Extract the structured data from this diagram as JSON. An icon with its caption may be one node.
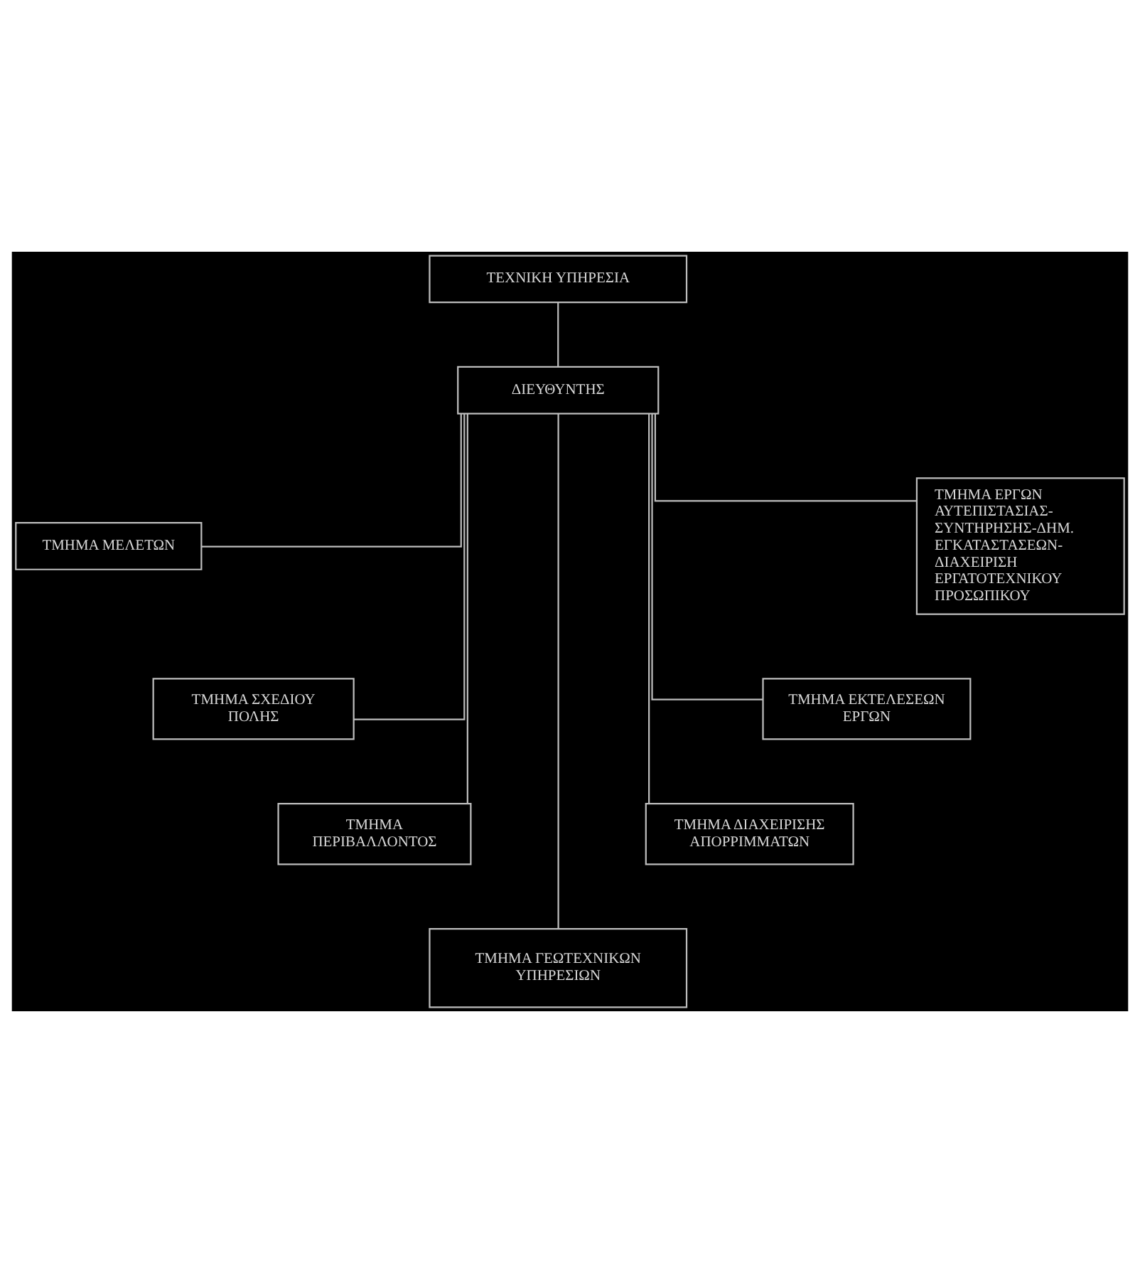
{
  "diagram": {
    "nodes": [
      {
        "text": [
          "ΤΕΧΝΙΚΗ ΥΠΗΡΕΣΙΑ"
        ]
      },
      {
        "text": [
          "ΔΙΕΥΘΥΝΤΗΣ"
        ]
      },
      {
        "text": [
          "ΤΜΗΜΑ ΜΕΛΕΤΩΝ"
        ]
      },
      {
        "text": [
          "ΤΜΗΜΑ ΕΡΓΩΝ ΑΥΤΕΠΙΣΤΑΣΙΑΣ- ΣΥΝΤΗΡΗΣΗΣ-ΔΗΜ. ΕΓΚΑΤΑΣΤΑΣΕΩΝ- ΔΙΑΧΕΙΡΙΣΗ ΕΡΓΑΤΟΤΕΧΝΙΚΟΥ ΠΡΟΣΩΠΙΚΟΥ"
        ]
      },
      {
        "text": [
          "ΤΜΗΜΑ ΣΧΕΔΙΟΥ ΠΟΛΗΣ"
        ]
      },
      {
        "text": [
          "ΤΜΗΜΑ ΕΚΤΕΛΕΣΕΩΝ ΕΡΓΩΝ"
        ]
      },
      {
        "text": [
          "ΤΜΗΜΑ ΠΕΡΙΒΑΛΛΟΝΤΟΣ"
        ]
      },
      {
        "text": [
          "ΤΜΗΜΑ ΔΙΑΧΕΙΡΙΣΗΣ ΑΠΟΡΡΙΜΜΑΤΩΝ"
        ]
      },
      {
        "text": [
          "ΤΜΗΜΑ ΓΕΩΤΕΧΝΙΚΩΝ ΥΠΗΡΕΣΙΩΝ"
        ]
      }
    ],
    "edges": [
      {
        "from": 0,
        "to": 1,
        "arrow": "none"
      },
      {
        "from": 1,
        "to": 2,
        "arrow": "none"
      },
      {
        "from": 1,
        "to": 4,
        "arrow": "none"
      },
      {
        "from": 1,
        "to": 6,
        "arrow": "none"
      },
      {
        "from": 1,
        "to": 8,
        "arrow": "none"
      },
      {
        "from": 1,
        "to": 7,
        "arrow": "none"
      },
      {
        "from": 1,
        "to": 5,
        "arrow": "none"
      },
      {
        "from": 1,
        "to": 3,
        "arrow": "none"
      }
    ]
  }
}
